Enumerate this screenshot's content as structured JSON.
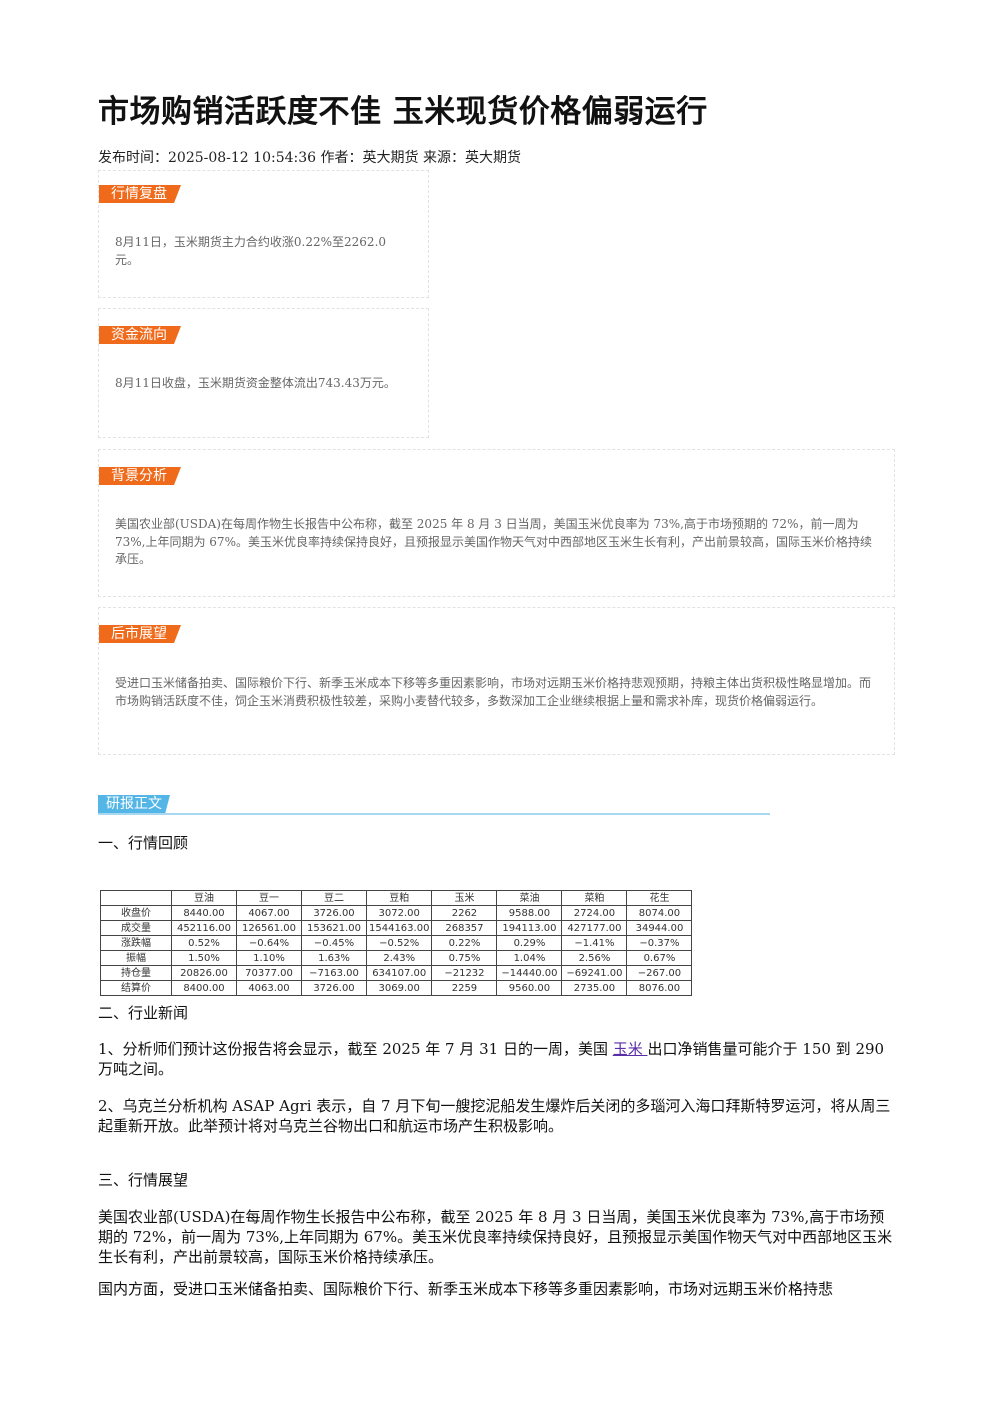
{
  "article": {
    "title": "市场购销活跃度不佳 玉米现货价格偏弱运行",
    "meta": "发布时间：2025-08-12 10:54:36 作者：英大期货 来源：英大期货"
  },
  "summary_boxes": [
    {
      "tag": "行情复盘",
      "text": "8月11日，玉米期货主力合约收涨0.22%至2262.0元。"
    },
    {
      "tag": "资金流向",
      "text": "8月11日收盘，玉米期货资金整体流出743.43万元。"
    },
    {
      "tag": "背景分析",
      "text": "美国农业部(USDA)在每周作物生长报告中公布称，截至 2025 年 8 月 3 日当周，美国玉米优良率为 73%,高于市场预期的 72%，前一周为 73%,上年同期为 67%。美玉米优良率持续保持良好，且预报显示美国作物天气对中西部地区玉米生长有利，产出前景较高，国际玉米价格持续承压。"
    },
    {
      "tag": "后市展望",
      "text": "受进口玉米储备拍卖、国际粮价下行、新季玉米成本下移等多重因素影响，市场对远期玉米价格持悲观预期，持粮主体出货积极性略显增加。而市场购销活跃度不佳，饲企玉米消费积极性较差，采购小麦替代较多，多数深加工企业继续根据上量和需求补库，现货价格偏弱运行。"
    }
  ],
  "report": {
    "tag": "研报正文",
    "section1": "一、行情回顾",
    "table": {
      "headers": [
        "",
        "豆油",
        "豆一",
        "豆二",
        "豆粕",
        "玉米",
        "菜油",
        "菜粕",
        "花生"
      ],
      "rows": [
        [
          "收盘价",
          "8440.00",
          "4067.00",
          "3726.00",
          "3072.00",
          "2262",
          "9588.00",
          "2724.00",
          "8074.00"
        ],
        [
          "成交量",
          "452116.00",
          "126561.00",
          "153621.00",
          "1544163.00",
          "268357",
          "194113.00",
          "427177.00",
          "34944.00"
        ],
        [
          "涨跌幅",
          "0.52%",
          "−0.64%",
          "−0.45%",
          "−0.52%",
          "0.22%",
          "0.29%",
          "−1.41%",
          "−0.37%"
        ],
        [
          "振幅",
          "1.50%",
          "1.10%",
          "1.63%",
          "2.43%",
          "0.75%",
          "1.04%",
          "2.56%",
          "0.67%"
        ],
        [
          "持仓量",
          "20826.00",
          "70377.00",
          "−7163.00",
          "634107.00",
          "−21232",
          "−14440.00",
          "−69241.00",
          "−267.00"
        ],
        [
          "结算价",
          "8400.00",
          "4063.00",
          "3726.00",
          "3069.00",
          "2259",
          "9560.00",
          "2735.00",
          "8076.00"
        ]
      ]
    },
    "section2": "二、行业新闻",
    "news1_before": "1、分析师们预计这份报告将会显示，截至 2025 年 7 月 31 日的一周，美国 ",
    "news1_link": "玉米 ",
    "news1_after": "出口净销售量可能介于 150 到 290 万吨之间。",
    "news2": "2、乌克兰分析机构 ASAP Agri 表示，自 7 月下旬一艘挖泥船发生爆炸后关闭的多瑙河入海口拜斯特罗运河，将从周三起重新开放。此举预计将对乌克兰谷物出口和航运市场产生积极影响。",
    "section3": "三、行情展望",
    "outlook1": "美国农业部(USDA)在每周作物生长报告中公布称，截至 2025 年 8 月 3 日当周，美国玉米优良率为 73%,高于市场预期的 72%，前一周为 73%,上年同期为 67%。美玉米优良率持续保持良好，且预报显示美国作物天气对中西部地区玉米生长有利，产出前景较高，国际玉米价格持续承压。",
    "outlook2": "国内方面，受进口玉米储备拍卖、国际粮价下行、新季玉米成本下移等多重因素影响，市场对远期玉米价格持悲"
  },
  "colors": {
    "tag_orange": "#f06a1b",
    "tag_blue": "#53b6e6",
    "link_purple": "#5a2ea6"
  }
}
